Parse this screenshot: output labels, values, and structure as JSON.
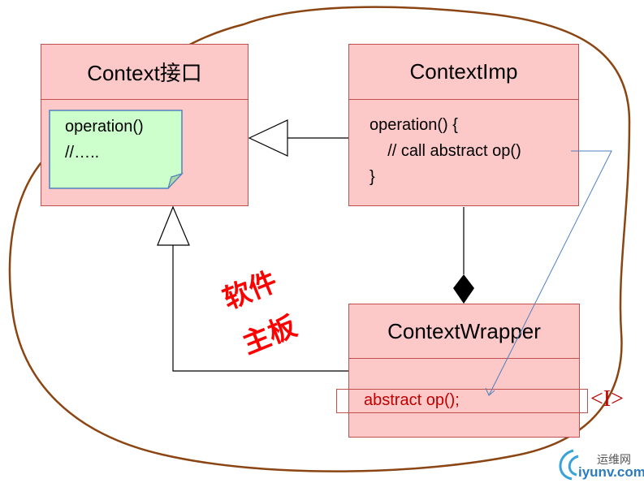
{
  "context_interface": {
    "title": "Context接口",
    "note_lines": [
      "operation()",
      "//….."
    ]
  },
  "context_imp": {
    "title": "ContextImp",
    "code_lines": [
      "operation() {",
      "    // call abstract op()",
      "}"
    ]
  },
  "context_wrapper": {
    "title": "ContextWrapper",
    "code_line": "abstract op();"
  },
  "annotation": {
    "line1": "软件",
    "line2": "主板"
  },
  "cursor_marker": "<I>",
  "watermark": {
    "site_cn": "运维网",
    "site_url": "iyunv.com"
  },
  "colors": {
    "class_fill": "#fcc8c8",
    "class_border": "#c0504d",
    "note_fill": "#ccffcc",
    "note_border": "#4f81bd",
    "outline": "#8b4513",
    "annotation_red": "#ff0000",
    "arrow_blue": "#4f81bd"
  }
}
